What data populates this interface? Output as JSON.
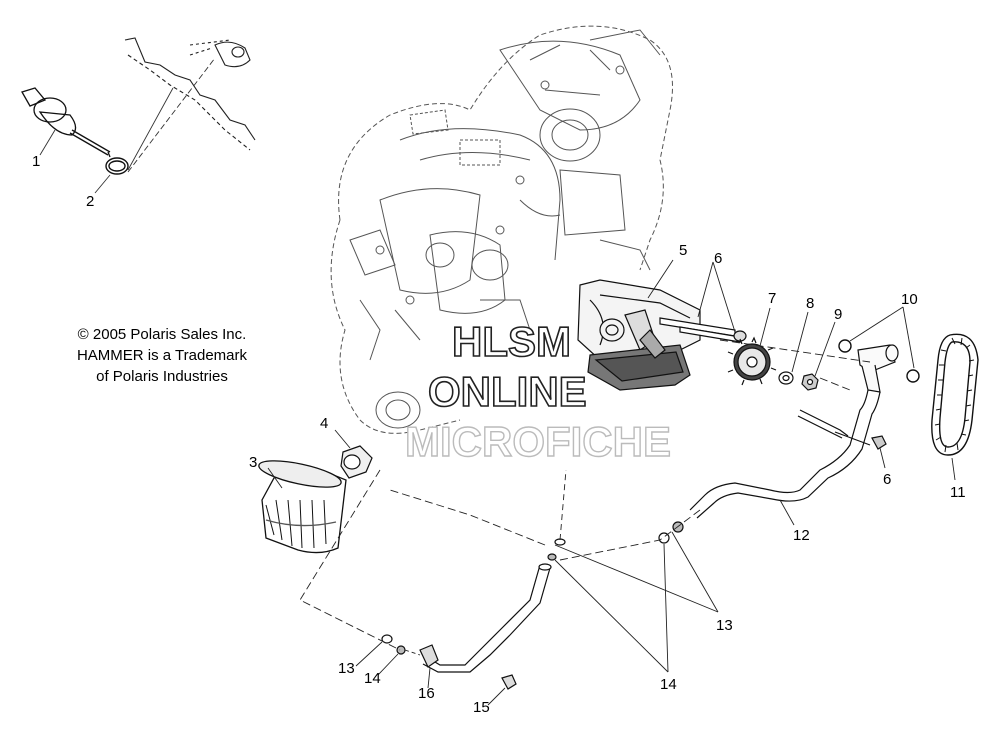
{
  "copyright": {
    "line1": "© 2005 Polaris Sales Inc.",
    "line2": "HAMMER is a Trademark",
    "line3": "of Polaris Industries"
  },
  "watermark": {
    "line1": "HLSM",
    "line2": "ONLINE",
    "line3": "MICROFICHE"
  },
  "callouts": {
    "c1": "1",
    "c2": "2",
    "c3": "3",
    "c4": "4",
    "c5": "5",
    "c6a": "6",
    "c6b": "6",
    "c7": "7",
    "c8": "8",
    "c9": "9",
    "c10": "10",
    "c11": "11",
    "c12": "12",
    "c13a": "13",
    "c13b": "13",
    "c14a": "14",
    "c14b": "14",
    "c15": "15",
    "c16": "16"
  }
}
